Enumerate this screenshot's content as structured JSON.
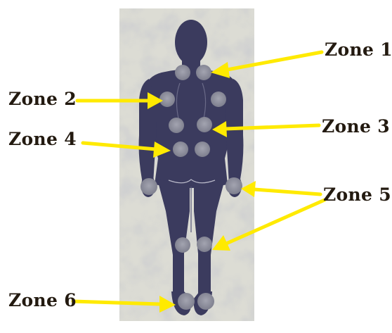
{
  "labels": {
    "zone_1": "Zone 1",
    "zone_2": "Zone 2",
    "zone_3": "Zone 3",
    "zone_4": "Zone 4",
    "zone_5": "Zone 5",
    "zone_6": "Zone 6"
  },
  "colors": {
    "background_panel": "#dcdcd4",
    "body_silhouette": "#3b3b5e",
    "spot": "#8b8c9a",
    "arrow": "#ffea00",
    "label_text": "#231a10"
  },
  "icons": [
    "human-body-back-icon",
    "pressure-point-spot",
    "arrow-pointer"
  ]
}
